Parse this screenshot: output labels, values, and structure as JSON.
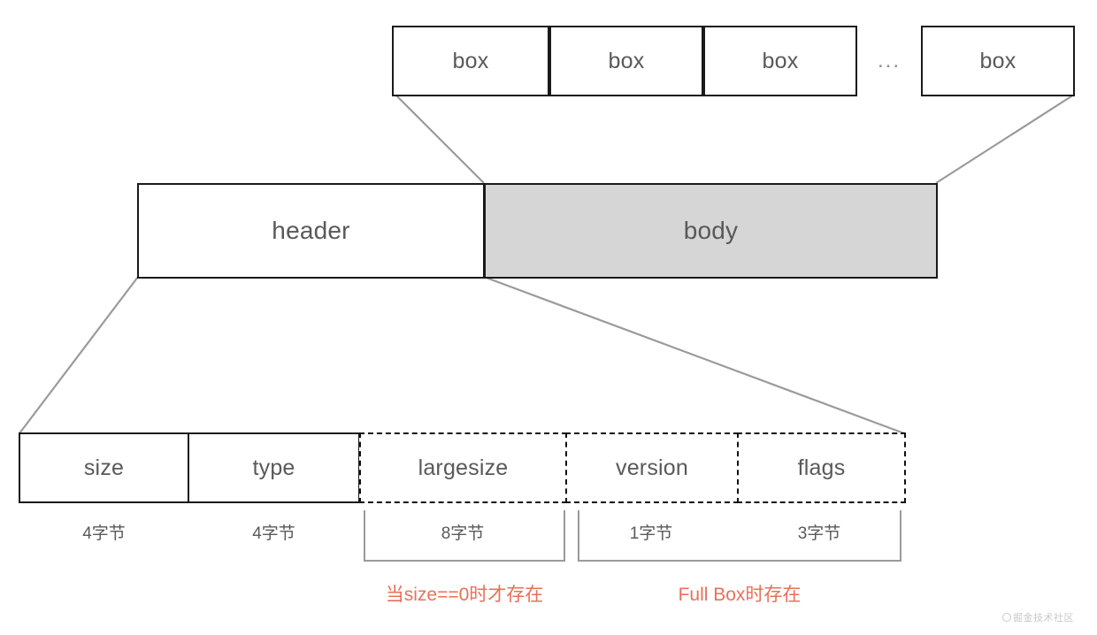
{
  "diagram": {
    "title_semantic": "mp4-box-structure-diagram",
    "colors": {
      "stroke": "#1a1a1a",
      "body_fill": "#d6d6d6",
      "connector": "#9a9a9a",
      "text": "#595959",
      "note": "#e8705a",
      "watermark": "#c8c8c8"
    },
    "box_row": {
      "cells": [
        {
          "label": "box"
        },
        {
          "label": "box"
        },
        {
          "label": "box"
        }
      ],
      "ellipsis": "...",
      "trailing_cell": {
        "label": "box"
      }
    },
    "header_body_row": {
      "header": {
        "label": "header"
      },
      "body": {
        "label": "body"
      }
    },
    "field_row": {
      "fields": [
        {
          "label": "size",
          "border": "solid",
          "bytes": "4字节"
        },
        {
          "label": "type",
          "border": "solid",
          "bytes": "4字节"
        },
        {
          "label": "largesize",
          "border": "dashed",
          "bytes": "8字节"
        },
        {
          "label": "version",
          "border": "dashed",
          "bytes": "1字节"
        },
        {
          "label": "flags",
          "border": "dashed",
          "bytes": "3字节"
        }
      ]
    },
    "notes": [
      {
        "text": "当size==0时才存在"
      },
      {
        "text": "Full Box时存在"
      }
    ],
    "watermark": {
      "text": "掘金技术社区"
    }
  }
}
